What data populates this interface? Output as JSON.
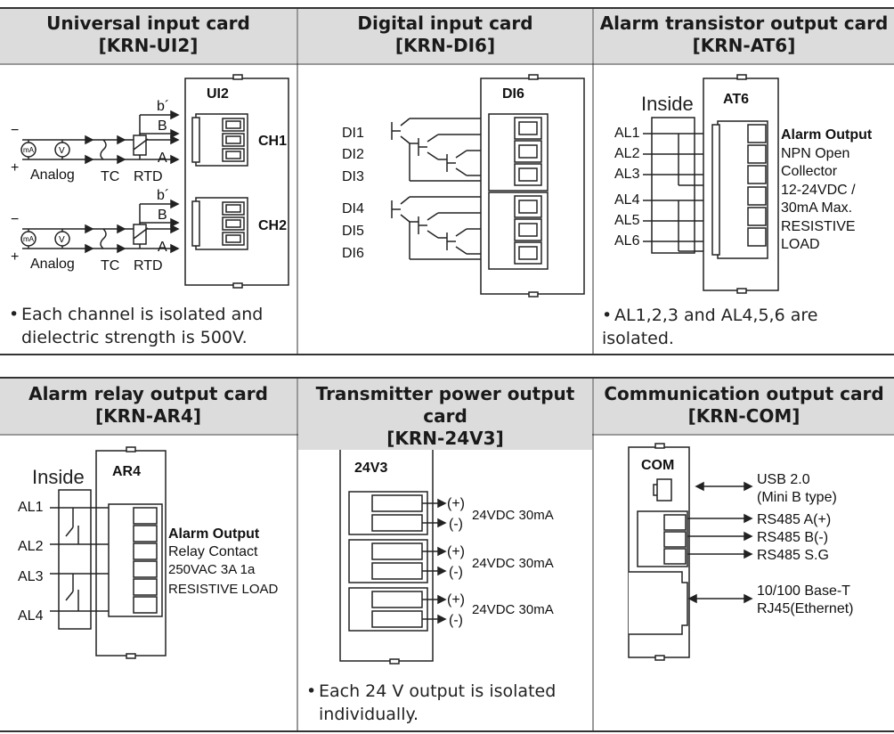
{
  "cards": [
    {
      "title": "Universal input card",
      "code": "[KRN-UI2]",
      "module": "UI2",
      "ch1": "CH1",
      "ch2": "CH2",
      "analog": "Analog",
      "tc": "TC",
      "rtd": "RTD",
      "minus": "−",
      "plus": "+",
      "ma": "mA",
      "v": "V",
      "b_prime": "b´",
      "b": "B",
      "a": "A",
      "note": "Each channel is isolated and dielectric strength is 500V.",
      "note_l1": "Each channel is isolated and",
      "note_l2": "dielectric strength is 500V."
    },
    {
      "title": "Digital input card",
      "code": "[KRN-DI6]",
      "module": "DI6",
      "inputs": [
        "DI1",
        "DI2",
        "DI3",
        "DI4",
        "DI5",
        "DI6"
      ]
    },
    {
      "title": "Alarm transistor output card",
      "code": "[KRN-AT6]",
      "module": "AT6",
      "inside": "Inside",
      "outputs": [
        "AL1",
        "AL2",
        "AL3",
        "AL4",
        "AL5",
        "AL6"
      ],
      "spec_title": "Alarm Output",
      "spec": [
        "NPN Open",
        "Collector",
        "12-24VDC /",
        "30mA Max.",
        "RESISTIVE",
        "LOAD"
      ],
      "note": "AL1,2,3 and AL4,5,6 are isolated."
    },
    {
      "title": "Alarm relay output card",
      "code": "[KRN-AR4]",
      "module": "AR4",
      "inside": "Inside",
      "outputs": [
        "AL1",
        "AL2",
        "AL3",
        "AL4"
      ],
      "spec_title": "Alarm Output",
      "spec": [
        "Relay Contact",
        "250VAC 3A 1a",
        "RESISTIVE  LOAD"
      ]
    },
    {
      "title": "Transmitter power output card",
      "code": "[KRN-24V3]",
      "module": "24V3",
      "plus": "(+)",
      "minus": "(-)",
      "outputs": [
        "24VDC 30mA",
        "24VDC 30mA",
        "24VDC 30mA"
      ],
      "note": "Each 24 V output is isolated individually.",
      "note_l1": "Each 24 V output is isolated",
      "note_l2": "individually."
    },
    {
      "title": "Communication output card",
      "code": "[KRN-COM]",
      "module": "COM",
      "usb_l1": "USB 2.0",
      "usb_l2": "(Mini B type)",
      "rs485": [
        "RS485 A(+)",
        "RS485 B(-)",
        "RS485 S.G"
      ],
      "eth_l1": "10/100 Base-T",
      "eth_l2": "RJ45(Ethernet)"
    }
  ],
  "bullet": "•"
}
